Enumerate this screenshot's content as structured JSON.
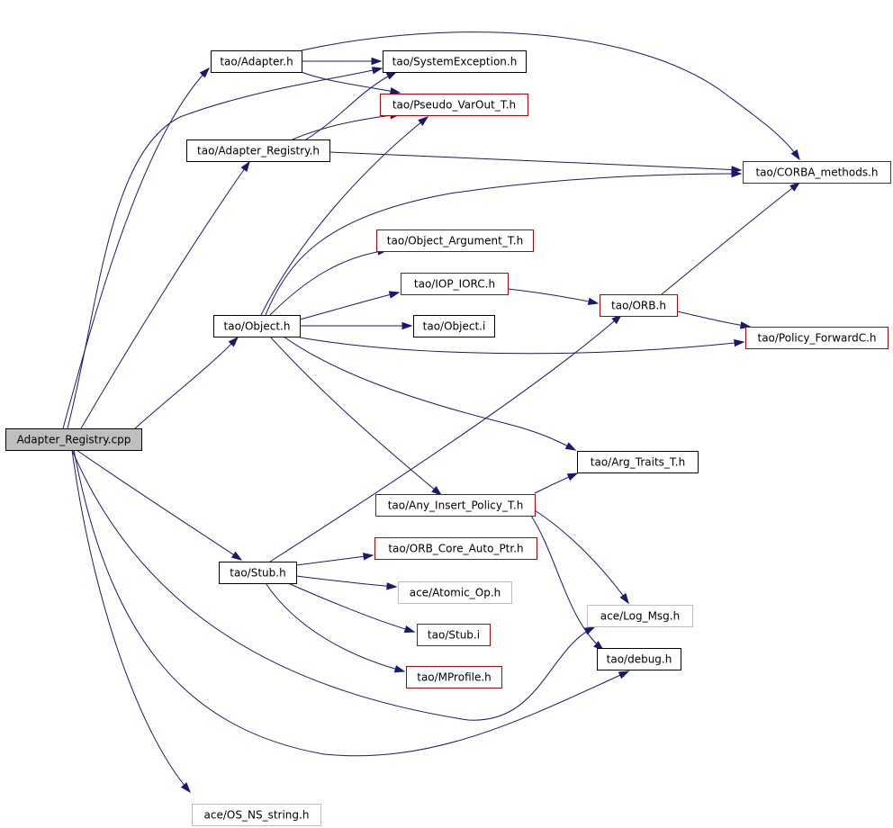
{
  "diagram": {
    "colors": {
      "edge": "#191970",
      "root_fill": "#bfbfbf",
      "border_normal": "#000000",
      "border_red": "#c00000",
      "border_gray": "#bfbfbf",
      "fill": "#ffffff"
    },
    "nodes": [
      {
        "id": "adapter_registry_cpp",
        "label": "Adapter_Registry.cpp",
        "style": "root"
      },
      {
        "id": "tao_adapter_h",
        "label": "tao/Adapter.h",
        "style": "normal"
      },
      {
        "id": "tao_systemexception_h",
        "label": "tao/SystemException.h",
        "style": "normal"
      },
      {
        "id": "tao_pseudo_varout_t_h",
        "label": "tao/Pseudo_VarOut_T.h",
        "style": "red"
      },
      {
        "id": "tao_adapter_registry_h",
        "label": "tao/Adapter_Registry.h",
        "style": "normal"
      },
      {
        "id": "tao_corba_methods_h",
        "label": "tao/CORBA_methods.h",
        "style": "red"
      },
      {
        "id": "tao_object_argument_t_h",
        "label": "tao/Object_Argument_T.h",
        "style": "red"
      },
      {
        "id": "tao_iop_iorc_h",
        "label": "tao/IOP_IORC.h",
        "style": "red"
      },
      {
        "id": "tao_orb_h",
        "label": "tao/ORB.h",
        "style": "red"
      },
      {
        "id": "tao_object_h",
        "label": "tao/Object.h",
        "style": "normal"
      },
      {
        "id": "tao_object_i",
        "label": "tao/Object.i",
        "style": "normal"
      },
      {
        "id": "tao_policy_forwardc_h",
        "label": "tao/Policy_ForwardC.h",
        "style": "red"
      },
      {
        "id": "tao_arg_traits_t_h",
        "label": "tao/Arg_Traits_T.h",
        "style": "normal"
      },
      {
        "id": "tao_any_insert_policy_t_h",
        "label": "tao/Any_Insert_Policy_T.h",
        "style": "red"
      },
      {
        "id": "tao_orb_core_auto_ptr_h",
        "label": "tao/ORB_Core_Auto_Ptr.h",
        "style": "red"
      },
      {
        "id": "tao_stub_h",
        "label": "tao/Stub.h",
        "style": "normal"
      },
      {
        "id": "ace_atomic_op_h",
        "label": "ace/Atomic_Op.h",
        "style": "gray"
      },
      {
        "id": "ace_log_msg_h",
        "label": "ace/Log_Msg.h",
        "style": "gray"
      },
      {
        "id": "tao_stub_i",
        "label": "tao/Stub.i",
        "style": "red"
      },
      {
        "id": "tao_debug_h",
        "label": "tao/debug.h",
        "style": "normal"
      },
      {
        "id": "tao_mprofile_h",
        "label": "tao/MProfile.h",
        "style": "red"
      },
      {
        "id": "ace_os_ns_string_h",
        "label": "ace/OS_NS_string.h",
        "style": "gray"
      }
    ],
    "edges": [
      {
        "from": "adapter_registry_cpp",
        "to": "tao_adapter_h"
      },
      {
        "from": "adapter_registry_cpp",
        "to": "tao_systemexception_h"
      },
      {
        "from": "adapter_registry_cpp",
        "to": "tao_adapter_registry_h"
      },
      {
        "from": "adapter_registry_cpp",
        "to": "tao_object_h"
      },
      {
        "from": "adapter_registry_cpp",
        "to": "tao_stub_h"
      },
      {
        "from": "adapter_registry_cpp",
        "to": "ace_log_msg_h"
      },
      {
        "from": "adapter_registry_cpp",
        "to": "tao_debug_h"
      },
      {
        "from": "adapter_registry_cpp",
        "to": "ace_os_ns_string_h"
      },
      {
        "from": "tao_adapter_h",
        "to": "tao_systemexception_h"
      },
      {
        "from": "tao_adapter_h",
        "to": "tao_pseudo_varout_t_h"
      },
      {
        "from": "tao_adapter_h",
        "to": "tao_corba_methods_h"
      },
      {
        "from": "tao_adapter_registry_h",
        "to": "tao_systemexception_h"
      },
      {
        "from": "tao_adapter_registry_h",
        "to": "tao_pseudo_varout_t_h"
      },
      {
        "from": "tao_adapter_registry_h",
        "to": "tao_corba_methods_h"
      },
      {
        "from": "tao_object_h",
        "to": "tao_pseudo_varout_t_h"
      },
      {
        "from": "tao_object_h",
        "to": "tao_corba_methods_h"
      },
      {
        "from": "tao_object_h",
        "to": "tao_object_argument_t_h"
      },
      {
        "from": "tao_object_h",
        "to": "tao_iop_iorc_h"
      },
      {
        "from": "tao_object_h",
        "to": "tao_object_i"
      },
      {
        "from": "tao_object_h",
        "to": "tao_policy_forwardc_h"
      },
      {
        "from": "tao_object_h",
        "to": "tao_arg_traits_t_h"
      },
      {
        "from": "tao_object_h",
        "to": "tao_any_insert_policy_t_h"
      },
      {
        "from": "tao_iop_iorc_h",
        "to": "tao_orb_h"
      },
      {
        "from": "tao_orb_h",
        "to": "tao_corba_methods_h"
      },
      {
        "from": "tao_orb_h",
        "to": "tao_policy_forwardc_h"
      },
      {
        "from": "tao_any_insert_policy_t_h",
        "to": "tao_arg_traits_t_h"
      },
      {
        "from": "tao_any_insert_policy_t_h",
        "to": "ace_log_msg_h"
      },
      {
        "from": "tao_any_insert_policy_t_h",
        "to": "tao_debug_h"
      },
      {
        "from": "tao_stub_h",
        "to": "tao_orb_h"
      },
      {
        "from": "tao_stub_h",
        "to": "tao_orb_core_auto_ptr_h"
      },
      {
        "from": "tao_stub_h",
        "to": "ace_atomic_op_h"
      },
      {
        "from": "tao_stub_h",
        "to": "tao_stub_i"
      },
      {
        "from": "tao_stub_h",
        "to": "tao_mprofile_h"
      }
    ]
  }
}
